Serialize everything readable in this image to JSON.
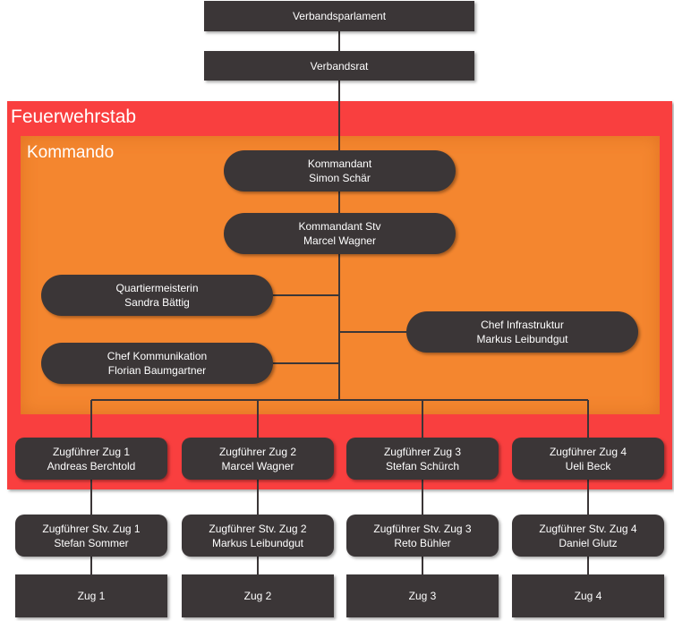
{
  "groups": {
    "feuerwehrstab": "Feuerwehrstab",
    "kommando": "Kommando"
  },
  "top": {
    "verbandsparlament": "Verbandsparlament",
    "verbandsrat": "Verbandsrat"
  },
  "kommando": {
    "kommandant": {
      "role": "Kommandant",
      "name": "Simon Schär"
    },
    "kommandant_stv": {
      "role": "Kommandant Stv",
      "name": "Marcel Wagner"
    },
    "quartiermeisterin": {
      "role": "Quartiermeisterin",
      "name": "Sandra Bättig"
    },
    "chef_kommunikation": {
      "role": "Chef Kommunikation",
      "name": "Florian Baumgartner"
    },
    "chef_infrastruktur": {
      "role": "Chef Infrastruktur",
      "name": "Markus Leibundgut"
    }
  },
  "zugfuehrer": [
    {
      "role": "Zugführer Zug 1",
      "name": "Andreas Berchtold"
    },
    {
      "role": "Zugführer Zug 2",
      "name": "Marcel Wagner"
    },
    {
      "role": "Zugführer Zug 3",
      "name": "Stefan Schürch"
    },
    {
      "role": "Zugführer Zug 4",
      "name": "Ueli Beck"
    }
  ],
  "zugfuehrer_stv": [
    {
      "role": "Zugführer Stv. Zug 1",
      "name": "Stefan Sommer"
    },
    {
      "role": "Zugführer Stv. Zug 2",
      "name": "Markus Leibundgut"
    },
    {
      "role": "Zugführer Stv. Zug 3",
      "name": "Reto Bühler"
    },
    {
      "role": "Zugführer Stv. Zug 4",
      "name": "Daniel Glutz"
    }
  ],
  "zuege": [
    "Zug 1",
    "Zug 2",
    "Zug 3",
    "Zug 4"
  ],
  "colors": {
    "stab": "#f93f3f",
    "kommando": "#f4862f",
    "box": "#3b3637",
    "connector": "#3b3637"
  }
}
